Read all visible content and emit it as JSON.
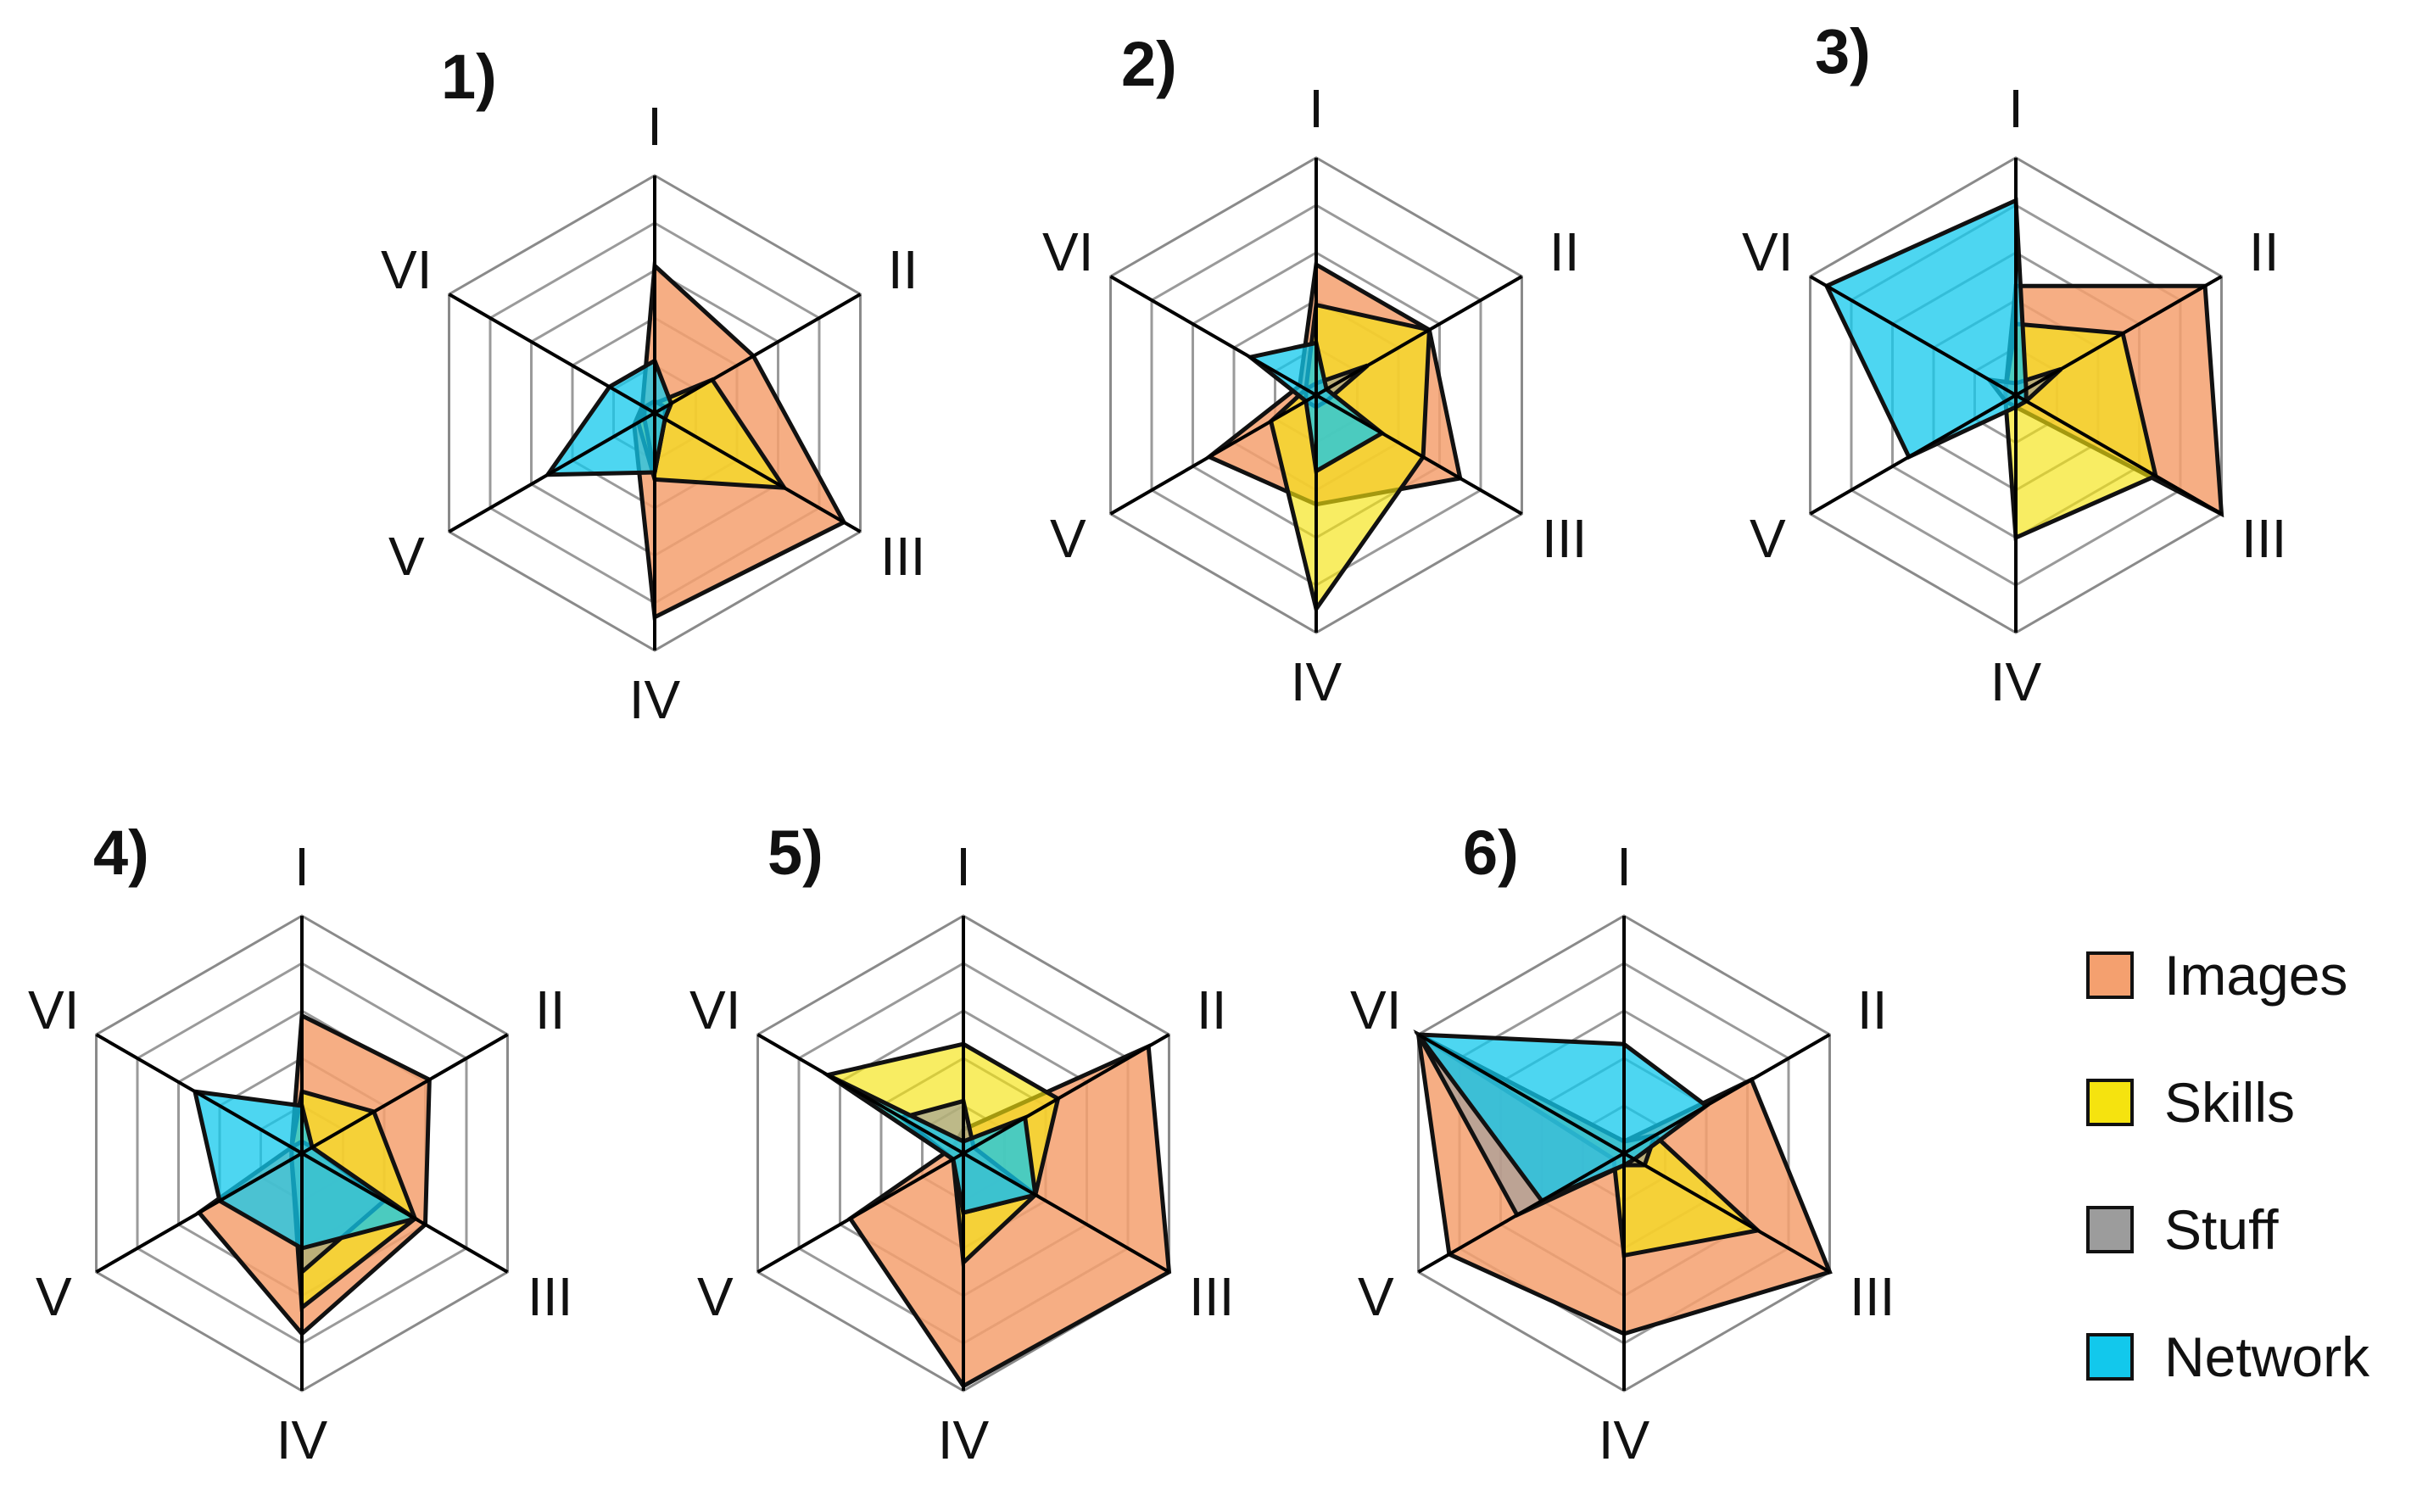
{
  "chart_data": {
    "type": "radar",
    "axes": [
      "I",
      "II",
      "III",
      "IV",
      "V",
      "VI"
    ],
    "rmax": 1,
    "grid_levels": 5,
    "series_styles": {
      "Images": {
        "color": "#f4a06f",
        "opacity": 0.85
      },
      "Skills": {
        "color": "#f5e30f",
        "opacity": 0.65
      },
      "Stuff": {
        "color": "#9c9c9c",
        "opacity": 0.65
      },
      "Network": {
        "color": "#12c8ec",
        "opacity": 0.75
      }
    },
    "legend": {
      "position": "right",
      "entries": [
        {
          "label": "Images",
          "color": "#f4a06f"
        },
        {
          "label": "Skills",
          "color": "#f5e30f"
        },
        {
          "label": "Stuff",
          "color": "#9c9c9c"
        },
        {
          "label": "Network",
          "color": "#12c8ec"
        }
      ]
    },
    "panels": [
      {
        "title": "1)",
        "series": [
          {
            "name": "Images",
            "values": [
              0.62,
              0.48,
              0.92,
              0.86,
              0.1,
              0.06
            ]
          },
          {
            "name": "Skills",
            "values": [
              0.04,
              0.28,
              0.63,
              0.28,
              0.08,
              0.04
            ]
          },
          {
            "name": "Stuff",
            "values": [
              0.05,
              0.05,
              0.05,
              0.25,
              0.05,
              0.05
            ]
          },
          {
            "name": "Network",
            "values": [
              0.22,
              0.08,
              0.05,
              0.25,
              0.52,
              0.22
            ]
          }
        ]
      },
      {
        "title": "2)",
        "series": [
          {
            "name": "Images",
            "values": [
              0.55,
              0.55,
              0.7,
              0.46,
              0.52,
              0.08
            ]
          },
          {
            "name": "Skills",
            "values": [
              0.38,
              0.55,
              0.52,
              0.9,
              0.22,
              0.05
            ]
          },
          {
            "name": "Stuff",
            "values": [
              0.05,
              0.25,
              0.05,
              0.05,
              0.05,
              0.05
            ]
          },
          {
            "name": "Network",
            "values": [
              0.22,
              0.05,
              0.32,
              0.32,
              0.05,
              0.32
            ]
          }
        ]
      },
      {
        "title": "3)",
        "series": [
          {
            "name": "Images",
            "values": [
              0.46,
              0.92,
              1.0,
              0.05,
              0.05,
              0.05
            ]
          },
          {
            "name": "Skills",
            "values": [
              0.3,
              0.52,
              0.68,
              0.6,
              0.05,
              0.05
            ]
          },
          {
            "name": "Stuff",
            "values": [
              0.05,
              0.22,
              0.05,
              0.05,
              0.05,
              0.13
            ]
          },
          {
            "name": "Network",
            "values": [
              0.82,
              0.05,
              0.05,
              0.05,
              0.52,
              0.92
            ]
          }
        ]
      },
      {
        "title": "4)",
        "series": [
          {
            "name": "Images",
            "values": [
              0.58,
              0.62,
              0.6,
              0.76,
              0.5,
              0.05
            ]
          },
          {
            "name": "Skills",
            "values": [
              0.26,
              0.35,
              0.55,
              0.65,
              0.05,
              0.05
            ]
          },
          {
            "name": "Stuff",
            "values": [
              0.05,
              0.05,
              0.4,
              0.5,
              0.05,
              0.05
            ]
          },
          {
            "name": "Network",
            "values": [
              0.2,
              0.05,
              0.55,
              0.4,
              0.4,
              0.52
            ]
          }
        ]
      },
      {
        "title": "5)",
        "series": [
          {
            "name": "Images",
            "values": [
              0.1,
              0.9,
              1.0,
              0.98,
              0.55,
              0.05
            ]
          },
          {
            "name": "Skills",
            "values": [
              0.46,
              0.46,
              0.35,
              0.46,
              0.05,
              0.66
            ]
          },
          {
            "name": "Stuff",
            "values": [
              0.22,
              0.05,
              0.35,
              0.25,
              0.05,
              0.3
            ]
          },
          {
            "name": "Network",
            "values": [
              0.05,
              0.3,
              0.35,
              0.25,
              0.05,
              0.66
            ]
          }
        ]
      },
      {
        "title": "6)",
        "series": [
          {
            "name": "Images",
            "values": [
              0.05,
              0.62,
              1.0,
              0.76,
              0.85,
              1.0
            ]
          },
          {
            "name": "Skills",
            "values": [
              0.05,
              0.15,
              0.65,
              0.43,
              0.05,
              1.0
            ]
          },
          {
            "name": "Stuff",
            "values": [
              0.05,
              0.15,
              0.1,
              0.05,
              0.52,
              1.0
            ]
          },
          {
            "name": "Network",
            "values": [
              0.46,
              0.4,
              0.05,
              0.05,
              0.4,
              1.0
            ]
          }
        ]
      }
    ]
  }
}
